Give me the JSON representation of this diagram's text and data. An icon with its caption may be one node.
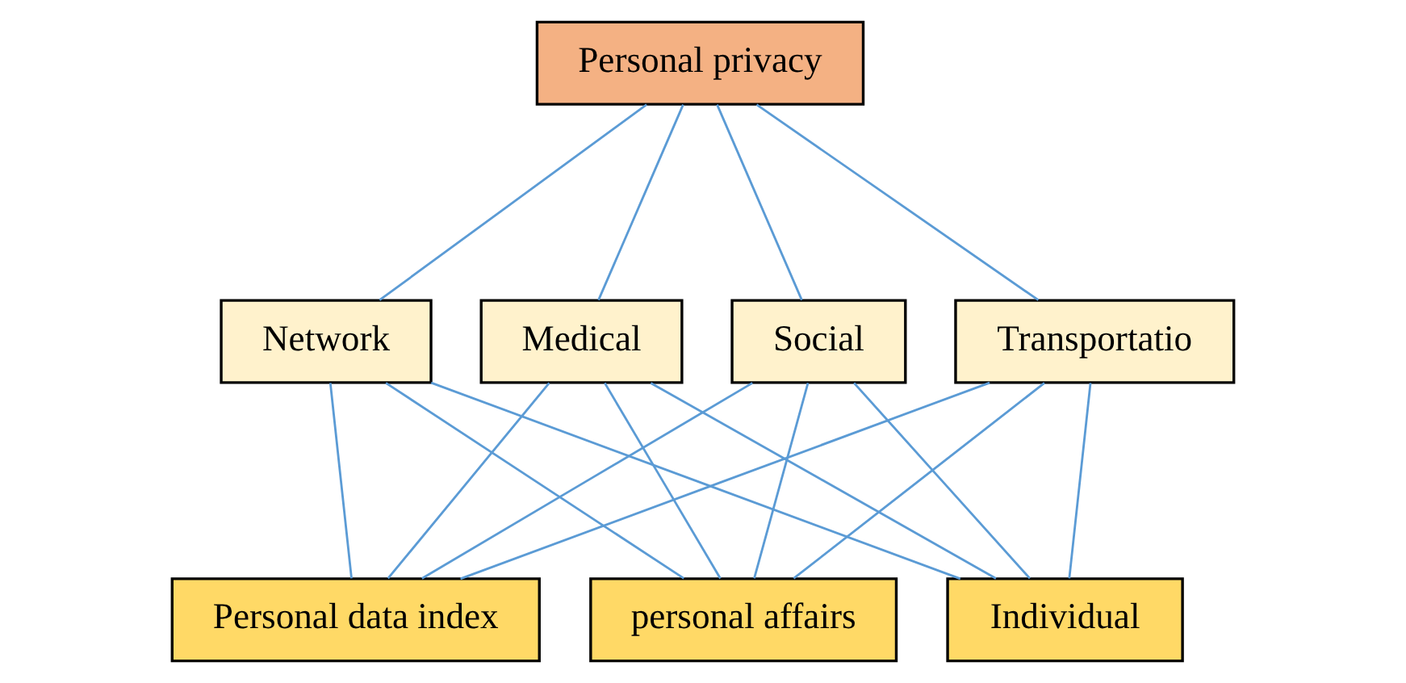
{
  "diagram": {
    "nodes": [
      {
        "text": [
          "Personal privacy"
        ]
      },
      {
        "text": [
          "Network"
        ]
      },
      {
        "text": [
          "Medical"
        ]
      },
      {
        "text": [
          "Social"
        ]
      },
      {
        "text": [
          "Transportatio"
        ]
      },
      {
        "text": [
          "Personal data index"
        ]
      },
      {
        "text": [
          "personal affairs"
        ]
      },
      {
        "text": [
          "Individual"
        ]
      }
    ],
    "edges": [
      {
        "from": 0,
        "to": 1,
        "arrow": "none"
      },
      {
        "from": 0,
        "to": 2,
        "arrow": "none"
      },
      {
        "from": 0,
        "to": 3,
        "arrow": "none"
      },
      {
        "from": 0,
        "to": 4,
        "arrow": "none"
      },
      {
        "from": 1,
        "to": 5,
        "arrow": "none"
      },
      {
        "from": 1,
        "to": 6,
        "arrow": "none"
      },
      {
        "from": 1,
        "to": 7,
        "arrow": "none"
      },
      {
        "from": 2,
        "to": 5,
        "arrow": "none"
      },
      {
        "from": 2,
        "to": 6,
        "arrow": "none"
      },
      {
        "from": 2,
        "to": 7,
        "arrow": "none"
      },
      {
        "from": 3,
        "to": 5,
        "arrow": "none"
      },
      {
        "from": 3,
        "to": 6,
        "arrow": "none"
      },
      {
        "from": 3,
        "to": 7,
        "arrow": "none"
      },
      {
        "from": 4,
        "to": 5,
        "arrow": "none"
      },
      {
        "from": 4,
        "to": 6,
        "arrow": "none"
      },
      {
        "from": 4,
        "to": 7,
        "arrow": "none"
      }
    ]
  }
}
